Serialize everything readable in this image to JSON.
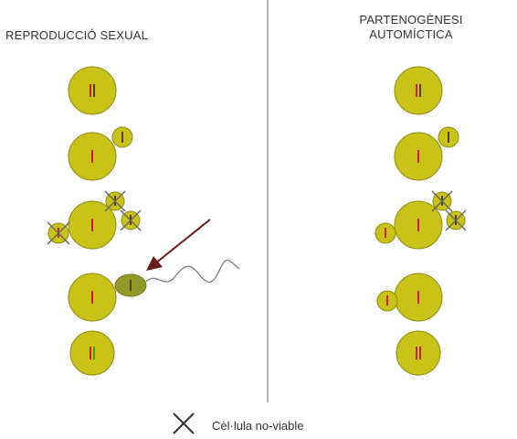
{
  "titles": {
    "left": "REPRODUCCIÓ SEXUAL",
    "right_line1": "PARTENOGÈNESI",
    "right_line2": "AUTOMÍCTICA"
  },
  "legend": {
    "label": "Cèl·lula no-viable",
    "icon": "x-cross-icon"
  },
  "colors": {
    "cell_fill": "#c9c318",
    "cell_stroke": "#8f8a10",
    "sperm_fill": "#8f9a28",
    "chrom_red": "#cc1f1a",
    "chrom_dark": "#5a3a10",
    "chrom_green": "#3f9c2c",
    "arrow": "#6b1a1a",
    "divider": "#b5b5b5"
  }
}
